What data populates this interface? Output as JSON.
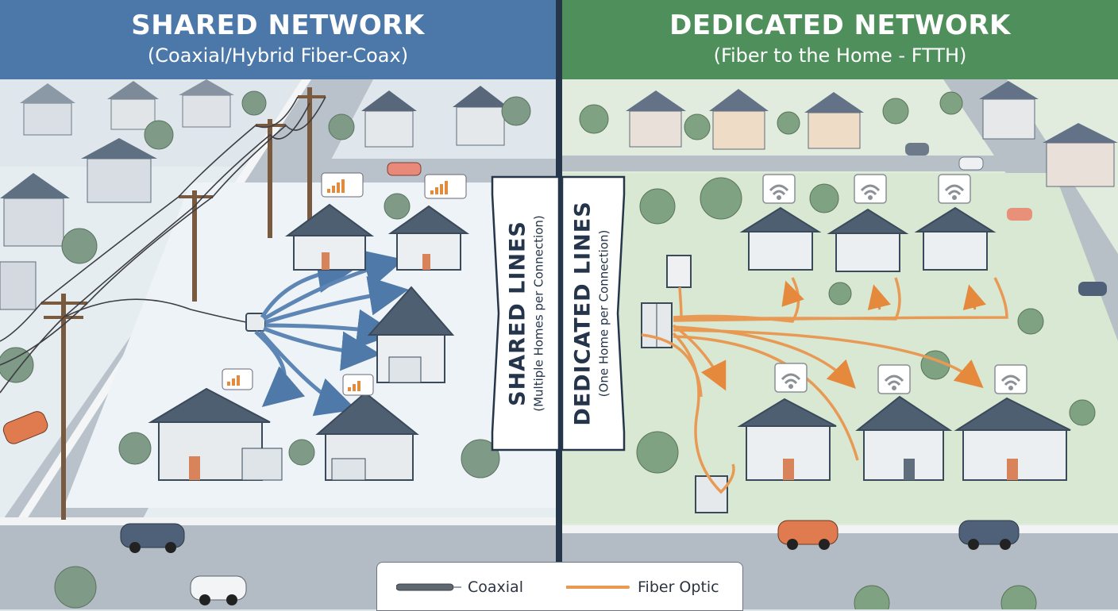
{
  "shared": {
    "title": "SHARED NETWORK",
    "subtitle": "(Coaxial/Hybrid Fiber-Coax)",
    "label_main": "SHARED LINES",
    "label_sub": "(Multiple Homes per Connection)",
    "color": "#4b78a9"
  },
  "dedicated": {
    "title": "DEDICATED NETWORK",
    "subtitle": "(Fiber to the Home - FTTH)",
    "label_main": "DEDICATED LINES",
    "label_sub": "(One Home per Connection)",
    "color": "#4f8f5c"
  },
  "legend": {
    "coaxial_label": "Coaxial",
    "fiber_label": "Fiber Optic",
    "coaxial_color": "#5f6770",
    "fiber_color": "#e89a55"
  },
  "icons": {
    "wifi": "wifi-icon",
    "signal": "signal-bars-icon",
    "utility_pole": "utility-pole-icon",
    "splitter": "splitter-box-icon",
    "cabinet": "network-cabinet-icon"
  }
}
